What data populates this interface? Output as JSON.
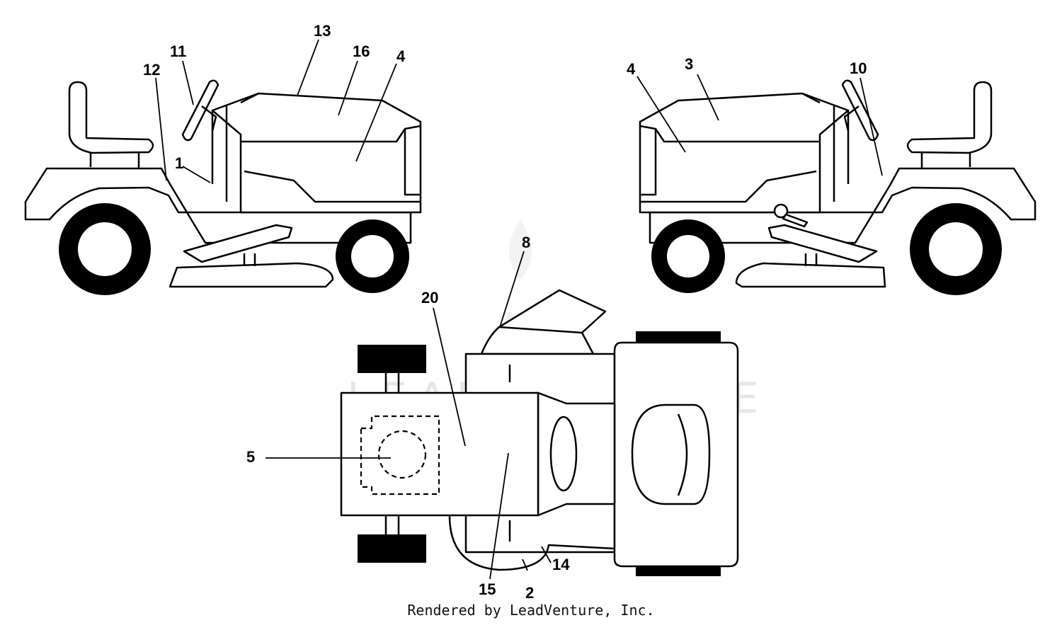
{
  "watermark": "LEADVENTURE",
  "credit": "Rendered by LeadVenture, Inc.",
  "callouts": {
    "c1": "1",
    "c2": "2",
    "c3": "3",
    "c4a": "4",
    "c4b": "4",
    "c5": "5",
    "c8": "8",
    "c10": "10",
    "c11": "11",
    "c12": "12",
    "c13": "13",
    "c14": "14",
    "c15": "15",
    "c16": "16",
    "c20": "20"
  }
}
